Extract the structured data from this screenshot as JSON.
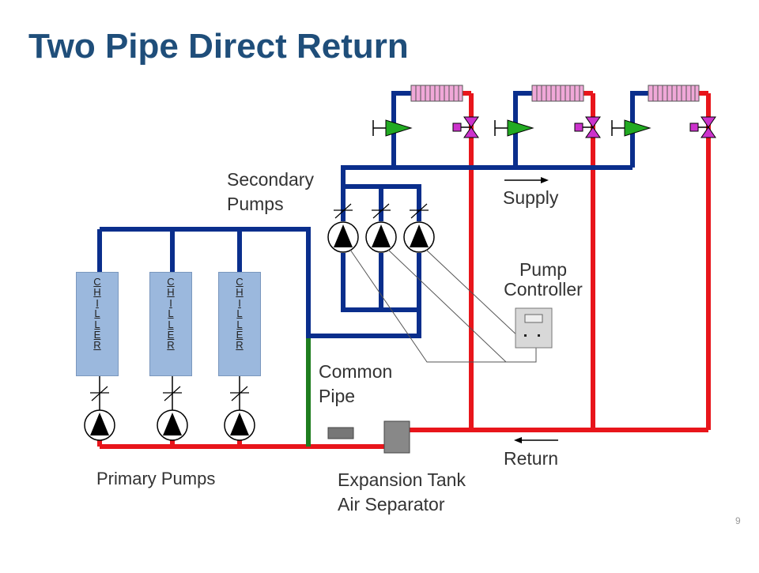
{
  "title": "Two Pipe Direct Return",
  "labels": {
    "secondary_pumps_1": "Secondary",
    "secondary_pumps_2": "Pumps",
    "supply": "Supply",
    "pump_controller_1": "Pump",
    "pump_controller_2": "Controller",
    "common_pipe_1": "Common",
    "common_pipe_2": "Pipe",
    "return": "Return",
    "primary_pumps": "Primary Pumps",
    "expansion_tank": "Expansion Tank",
    "air_separator": "Air Separator"
  },
  "chillers": [
    "C\nH\nI\nL\nL\nE\nR",
    "C\nH\nI\nL\nL\nE\nR",
    "C\nH\nI\nL\nL\nE\nR"
  ],
  "page_number": "9",
  "colors": {
    "supply_pipe": "#0a2e8c",
    "return_pipe": "#e8151b",
    "common_pipe": "#1e7d1e",
    "chiller": "#9bb8dd",
    "coil": "#f0a8d8",
    "balancing_valve": "#22aa22",
    "control_valve": "#cc33cc",
    "title": "#1f4e7a"
  }
}
